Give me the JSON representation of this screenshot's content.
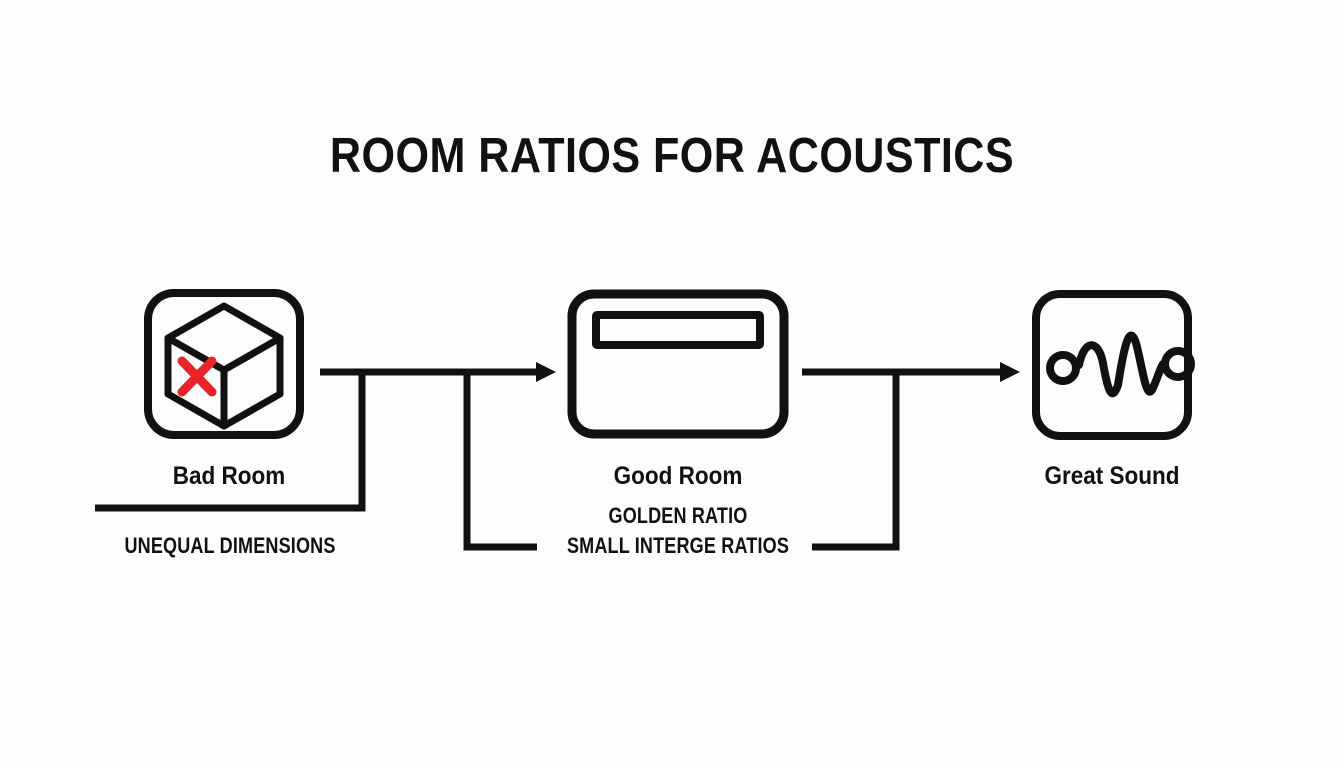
{
  "page": {
    "title": "ROOM RATIOS FOR ACOUSTICS",
    "background_color": "#fdfdfd",
    "ink_color": "#111111",
    "accent_color": "#e8232a"
  },
  "flow": {
    "nodes": [
      {
        "id": "bad-room",
        "label": "Bad Room",
        "icon": "cube-with-red-x-icon",
        "icon_description": "isometric cube outline with red X mark on left face inside rounded square",
        "caption": "UNEQUAL DIMENSIONS"
      },
      {
        "id": "good-room",
        "label": "Good Room",
        "icon": "rounded-rectangle-room-icon",
        "icon_description": "wide rounded rectangle with horizontal bar near top",
        "caption_primary": "GOLDEN RATIO",
        "caption_secondary": "SMALL INTERGE RATIOS"
      },
      {
        "id": "great-sound",
        "label": "Great Sound",
        "icon": "sound-waveform-icon",
        "icon_description": "waveform pulse with circular node at each end inside rounded square",
        "caption": ""
      }
    ],
    "connectors": [
      {
        "from": "bad-room",
        "to": "good-room",
        "arrow": "right"
      },
      {
        "from": "good-room",
        "to": "great-sound",
        "arrow": "right"
      }
    ]
  }
}
